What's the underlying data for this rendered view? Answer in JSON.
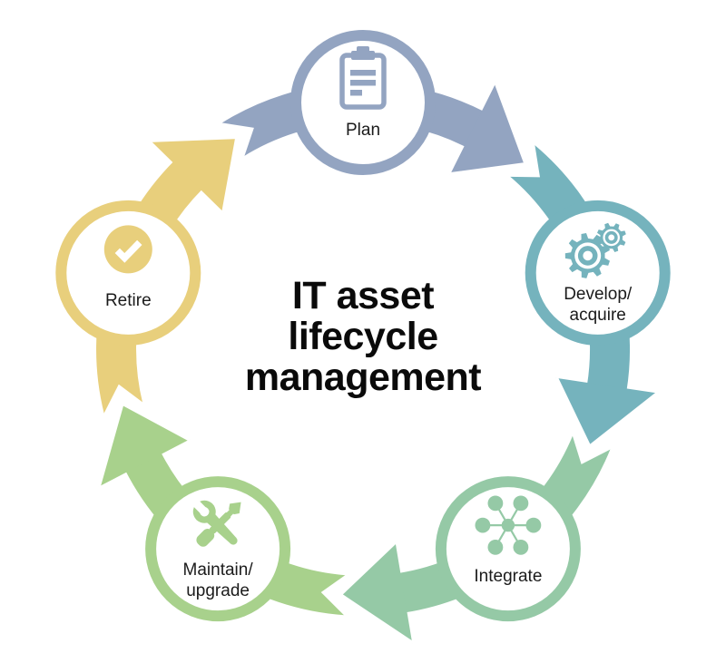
{
  "diagram": {
    "title": {
      "lines": [
        "IT asset",
        "lifecycle",
        "management"
      ]
    },
    "direction": "clockwise",
    "background": "#ffffff",
    "text_color": "#1b1b1b",
    "title_color": "#0a0a0a",
    "stages": [
      {
        "label": "Plan",
        "label_lines": [
          "Plan"
        ],
        "color": "#93a4c1",
        "icon": "clipboard-icon"
      },
      {
        "label": "Develop/acquire",
        "label_lines": [
          "Develop/",
          "acquire"
        ],
        "color": "#75b3bd",
        "icon": "gears-icon"
      },
      {
        "label": "Integrate",
        "label_lines": [
          "Integrate"
        ],
        "color": "#95c9a6",
        "icon": "network-hub-icon"
      },
      {
        "label": "Maintain/upgrade",
        "label_lines": [
          "Maintain/",
          "upgrade"
        ],
        "color": "#a8d18c",
        "icon": "tools-icon"
      },
      {
        "label": "Retire",
        "label_lines": [
          "Retire"
        ],
        "color": "#e8cf7c",
        "icon": "check-icon"
      }
    ],
    "flow": [
      "Plan → Develop/acquire",
      "Develop/acquire → Integrate",
      "Integrate → Maintain/upgrade",
      "Maintain/upgrade → Retire",
      "Retire → Plan"
    ]
  }
}
